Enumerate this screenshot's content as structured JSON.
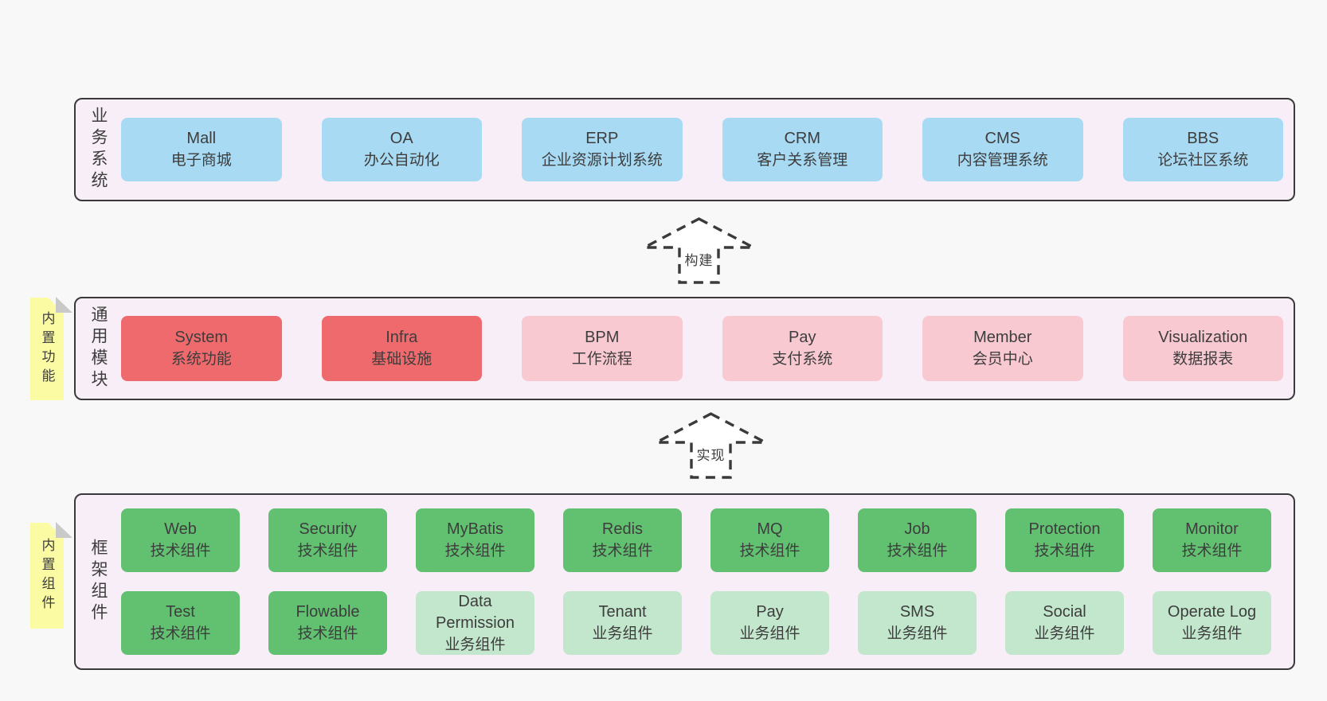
{
  "colors": {
    "page_bg": "#f8f8f8",
    "layer_bg": "#f8eef7",
    "border": "#3a3a3a",
    "text": "#3d3d3d",
    "node_blue": "#a8daf3",
    "node_red": "#ee6a6c",
    "node_pink": "#f9c9d2",
    "node_green": "#62c171",
    "node_light_green": "#c3e7cc",
    "sticky_yellow": "#fbfba4",
    "sticky_fold_gray": "#c9c9c9"
  },
  "layers": [
    {
      "label": "业务系统",
      "boxes": [
        {
          "title": "Mall",
          "subtitle": "电子商城",
          "variant": "blue"
        },
        {
          "title": "OA",
          "subtitle": "办公自动化",
          "variant": "blue"
        },
        {
          "title": "ERP",
          "subtitle": "企业资源计划系统",
          "variant": "blue"
        },
        {
          "title": "CRM",
          "subtitle": "客户关系管理",
          "variant": "blue"
        },
        {
          "title": "CMS",
          "subtitle": "内容管理系统",
          "variant": "blue"
        },
        {
          "title": "BBS",
          "subtitle": "论坛社区系统",
          "variant": "blue"
        }
      ]
    },
    {
      "label": "通用模块",
      "sticky": "内置功能",
      "boxes": [
        {
          "title": "System",
          "subtitle": "系统功能",
          "variant": "red"
        },
        {
          "title": "Infra",
          "subtitle": "基础设施",
          "variant": "red"
        },
        {
          "title": "BPM",
          "subtitle": "工作流程",
          "variant": "pink"
        },
        {
          "title": "Pay",
          "subtitle": "支付系统",
          "variant": "pink"
        },
        {
          "title": "Member",
          "subtitle": "会员中心",
          "variant": "pink"
        },
        {
          "title": "Visualization",
          "subtitle": "数据报表",
          "variant": "pink"
        }
      ]
    },
    {
      "label": "框架组件",
      "sticky": "内置组件",
      "rows": [
        [
          {
            "title": "Web",
            "subtitle": "技术组件",
            "variant": "green"
          },
          {
            "title": "Security",
            "subtitle": "技术组件",
            "variant": "green"
          },
          {
            "title": "MyBatis",
            "subtitle": "技术组件",
            "variant": "green"
          },
          {
            "title": "Redis",
            "subtitle": "技术组件",
            "variant": "green"
          },
          {
            "title": "MQ",
            "subtitle": "技术组件",
            "variant": "green"
          },
          {
            "title": "Job",
            "subtitle": "技术组件",
            "variant": "green"
          },
          {
            "title": "Protection",
            "subtitle": "技术组件",
            "variant": "green"
          },
          {
            "title": "Monitor",
            "subtitle": "技术组件",
            "variant": "green"
          }
        ],
        [
          {
            "title": "Test",
            "subtitle": "技术组件",
            "variant": "green"
          },
          {
            "title": "Flowable",
            "subtitle": "技术组件",
            "variant": "green"
          },
          {
            "title": "Data Permission",
            "subtitle": "业务组件",
            "variant": "lgreen"
          },
          {
            "title": "Tenant",
            "subtitle": "业务组件",
            "variant": "lgreen"
          },
          {
            "title": "Pay",
            "subtitle": "业务组件",
            "variant": "lgreen"
          },
          {
            "title": "SMS",
            "subtitle": "业务组件",
            "variant": "lgreen"
          },
          {
            "title": "Social",
            "subtitle": "业务组件",
            "variant": "lgreen"
          },
          {
            "title": "Operate Log",
            "subtitle": "业务组件",
            "variant": "lgreen"
          }
        ]
      ]
    }
  ],
  "arrows": [
    {
      "label": "构建"
    },
    {
      "label": "实现"
    }
  ]
}
